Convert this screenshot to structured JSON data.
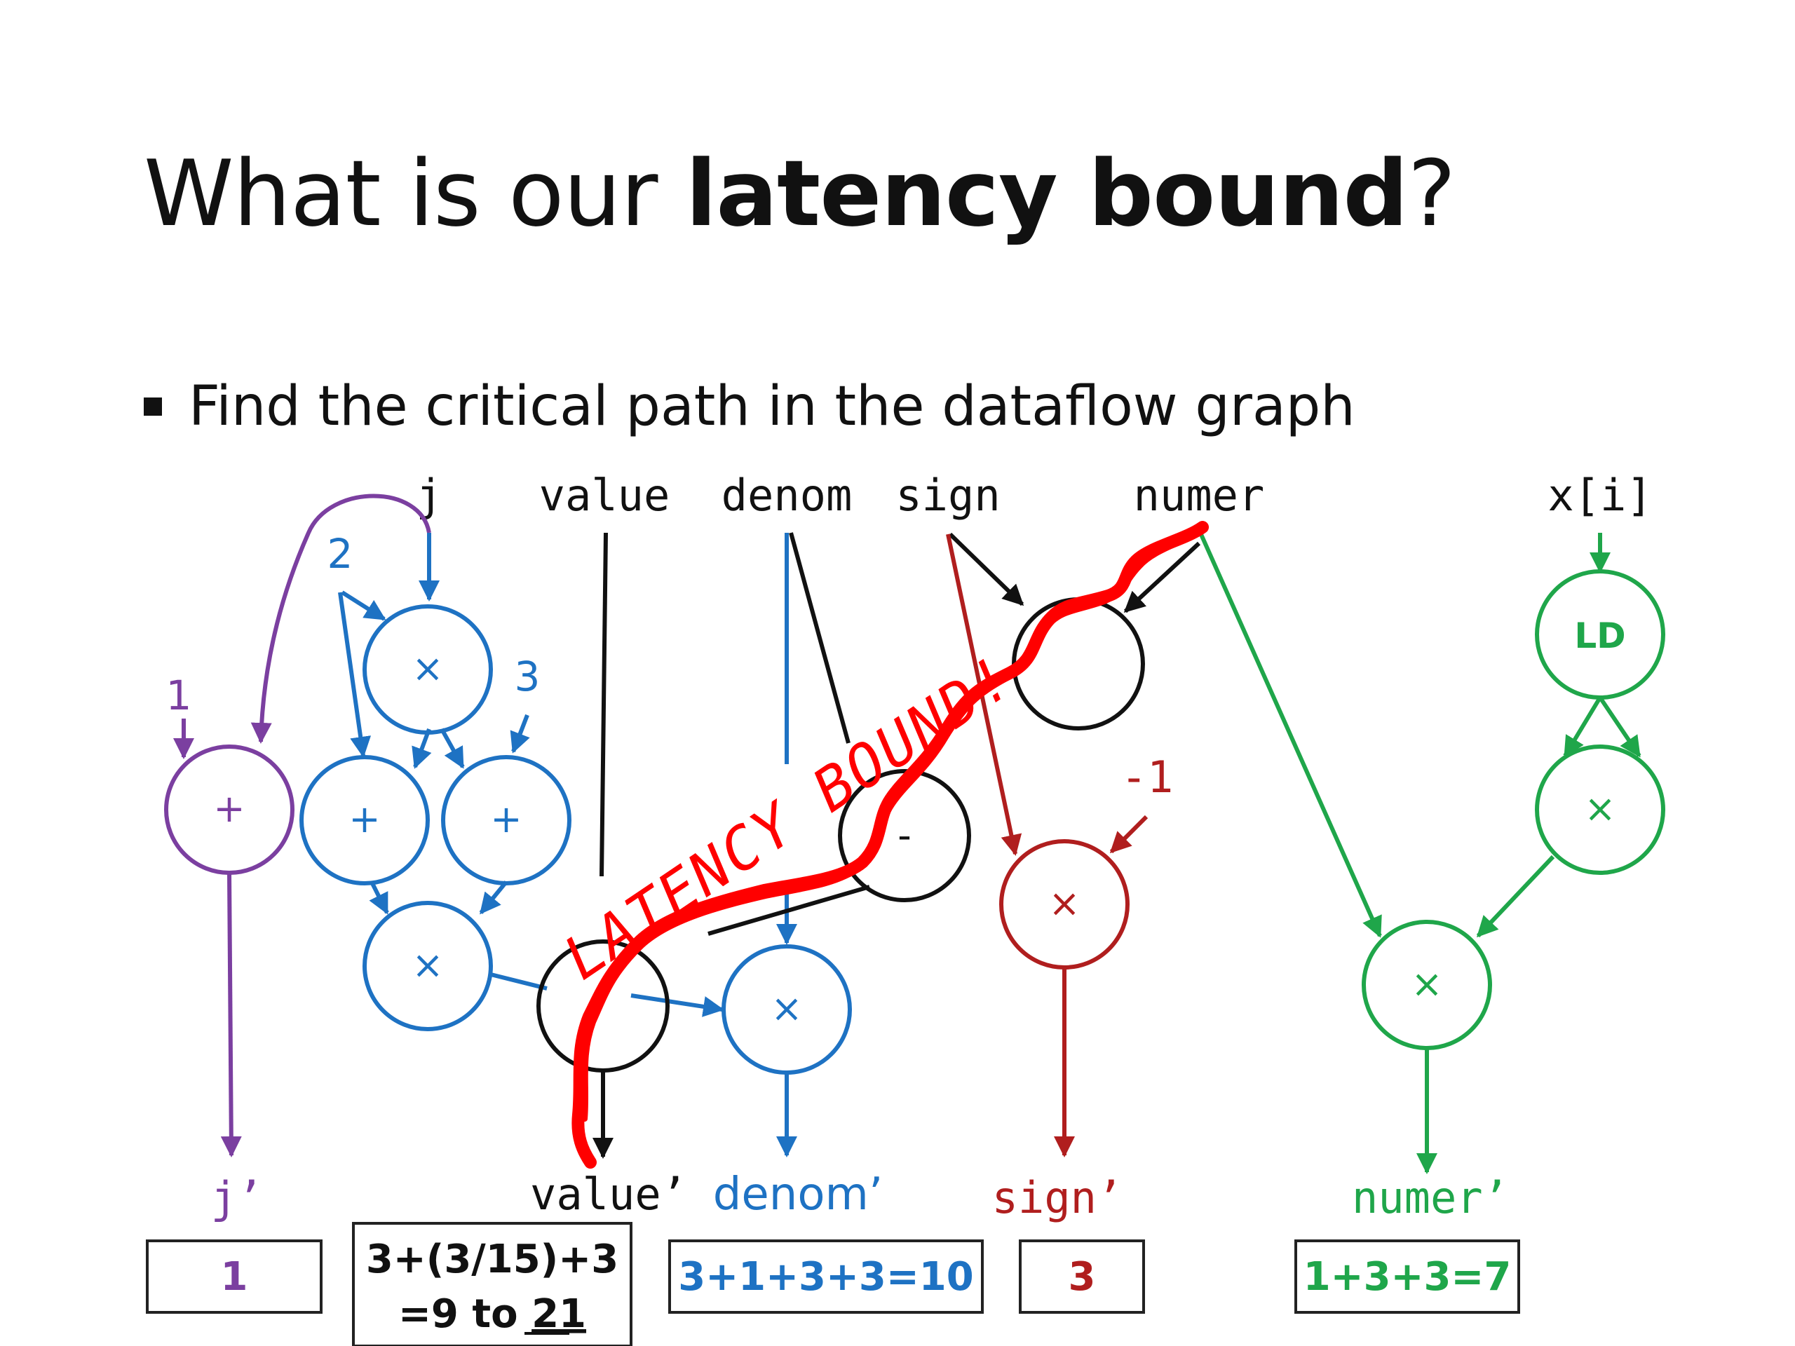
{
  "slide": {
    "title_plain": "What is our ",
    "title_bold": "latency bound",
    "title_end": "?",
    "bullet": "Find the critical path in the dataflow graph"
  },
  "colors": {
    "purple": "#7B3FA0",
    "blue": "#1E72C3",
    "black": "#111111",
    "red": "#B01E1E",
    "green": "#1FA64A",
    "annotation": "#FF0000"
  },
  "graph": {
    "inputs": {
      "j": "j",
      "value": "value",
      "denom": "denom",
      "sign": "sign",
      "numer": "numer",
      "xi": "x[i]"
    },
    "constants": {
      "one": "1",
      "two": "2",
      "three": "3",
      "neg_one": "-1"
    },
    "ops": {
      "add": "+",
      "mul": "×",
      "sub": "-",
      "ld": "LD"
    },
    "outputs": {
      "j": "j’",
      "value": "value’",
      "denom": "denom’",
      "sign": "sign’",
      "numer": "numer’"
    },
    "results": {
      "j": "1",
      "value_line1": "3+(3/15)+3",
      "value_line2_prefix": "=9 to ",
      "value_line2_underlined": "21",
      "denom": "3+1+3+3=10",
      "sign": "3",
      "numer": "1+3+3=7"
    },
    "annotation": "LATENCY BOUND!"
  }
}
